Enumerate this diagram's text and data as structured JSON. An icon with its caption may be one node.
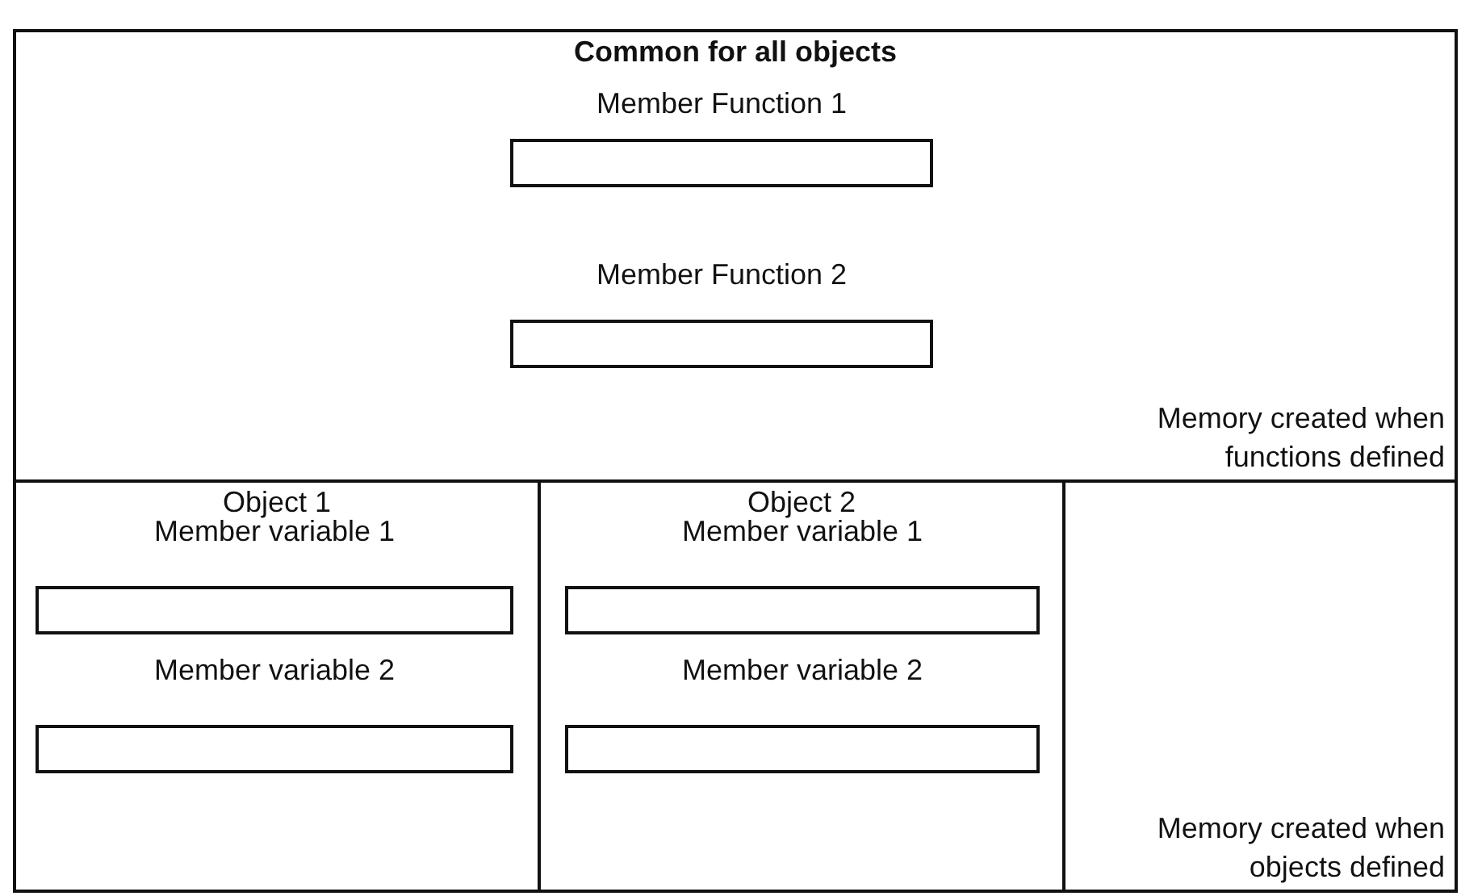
{
  "diagram": {
    "nodes": [
      {
        "text": [
          "Common for all objects",
          "Memory created when functions defined"
        ]
      },
      {
        "text": [
          "Member Function 1"
        ],
        "in": 0
      },
      {
        "text": [
          "Member Function 2"
        ],
        "in": 0
      },
      {
        "text": [
          "Object 1"
        ]
      },
      {
        "text": [
          "Member variable 1"
        ],
        "in": 3
      },
      {
        "text": [
          "Member variable 2"
        ],
        "in": 3
      },
      {
        "text": [
          "Object 2"
        ]
      },
      {
        "text": [
          "Member variable 1"
        ],
        "in": 6
      },
      {
        "text": [
          "Member variable 2"
        ],
        "in": 6
      },
      {
        "text": [
          "Memory created when objects defined"
        ]
      }
    ],
    "edges": []
  }
}
